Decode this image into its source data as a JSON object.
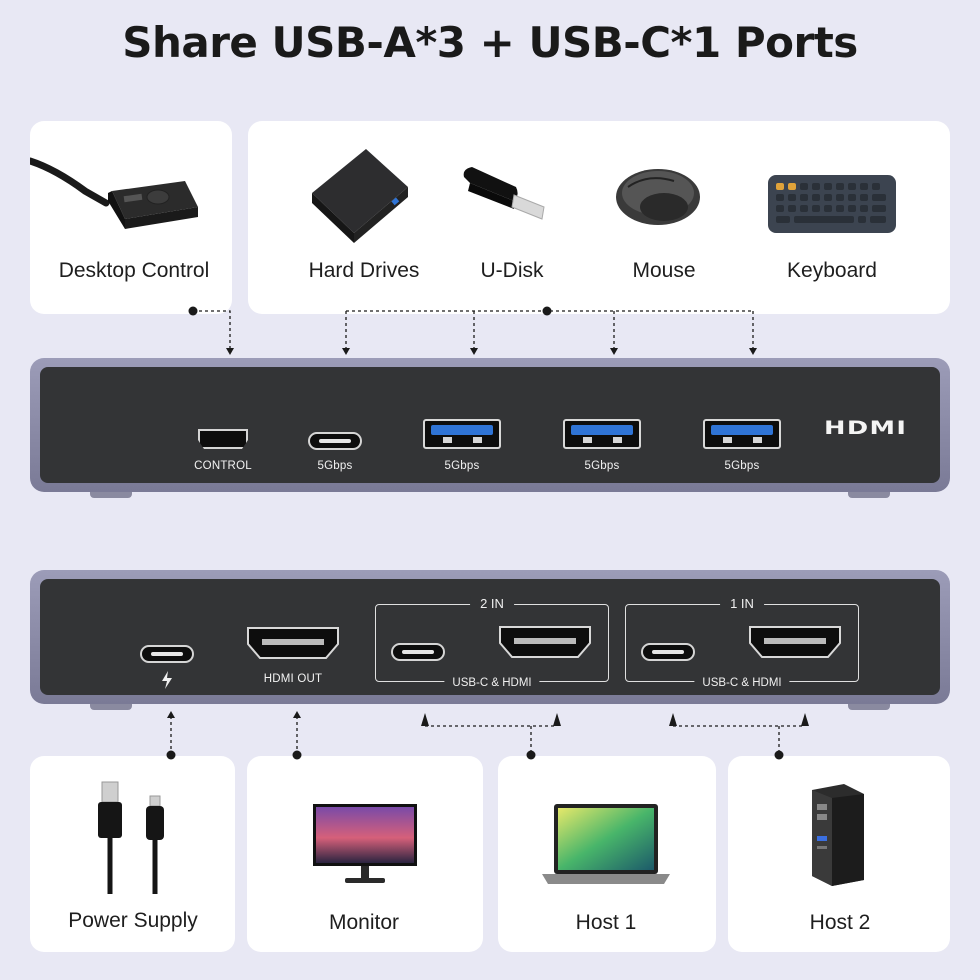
{
  "title": "Share USB-A*3 + USB-C*1 Ports",
  "top_devices": {
    "desktop_control": "Desktop Control",
    "hard_drives": "Hard Drives",
    "u_disk": "U-Disk",
    "mouse": "Mouse",
    "keyboard": "Keyboard"
  },
  "front_panel": {
    "hdmi_logo": "HDMI",
    "ports": [
      {
        "type": "mini-usb",
        "label": "CONTROL"
      },
      {
        "type": "usb-c",
        "label": "5Gbps"
      },
      {
        "type": "usb-a",
        "label": "5Gbps"
      },
      {
        "type": "usb-a",
        "label": "5Gbps"
      },
      {
        "type": "usb-a",
        "label": "5Gbps"
      }
    ]
  },
  "rear_panel": {
    "power_icon": "lightning-bolt",
    "hdmi_out_label": "HDMI OUT",
    "groups": [
      {
        "title": "2 IN",
        "sub": "USB-C & HDMI"
      },
      {
        "title": "1 IN",
        "sub": "USB-C & HDMI"
      }
    ]
  },
  "bottom_devices": {
    "power_supply": "Power Supply",
    "monitor": "Monitor",
    "host1": "Host 1",
    "host2": "Host 2"
  },
  "colors": {
    "background": "#e8e8f4",
    "panel_face": "#333436",
    "panel_frame": "#8c8ca8",
    "usb3_blue": "#2f74d6"
  }
}
